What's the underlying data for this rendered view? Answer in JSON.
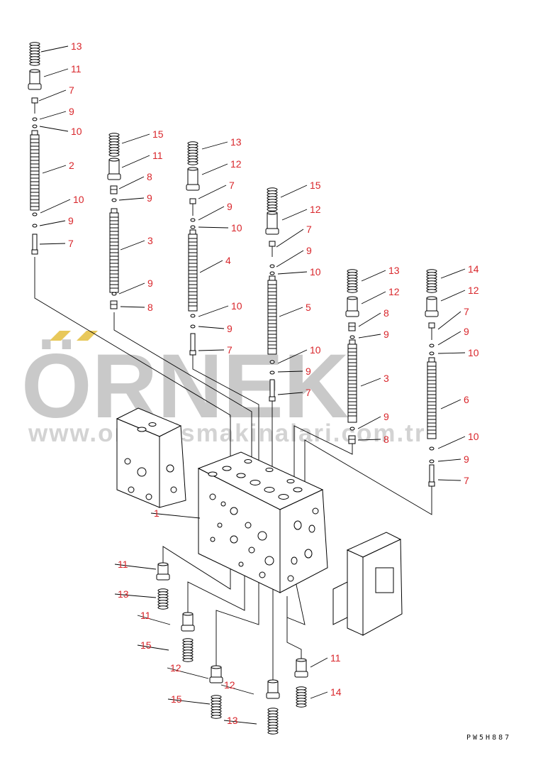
{
  "watermark": {
    "brand": "ÖRNEK",
    "url": "www.ornekismakinalari.com.tr",
    "accent_color": "#e8c85a"
  },
  "drawing_code": "PW5H887",
  "label_color": "#d9262b",
  "callouts": [
    "13",
    "11",
    "7",
    "9",
    "10",
    "2",
    "10",
    "9",
    "7",
    "15",
    "11",
    "8",
    "9",
    "3",
    "9",
    "8",
    "13",
    "12",
    "7",
    "9",
    "10",
    "4",
    "10",
    "9",
    "7",
    "15",
    "12",
    "7",
    "9",
    "10",
    "5",
    "10",
    "9",
    "7",
    "13",
    "12",
    "8",
    "9",
    "3",
    "9",
    "8",
    "14",
    "12",
    "7",
    "9",
    "10",
    "6",
    "10",
    "9",
    "7",
    "1",
    "11",
    "13",
    "11",
    "15",
    "12",
    "12",
    "15",
    "13",
    "11",
    "14"
  ]
}
